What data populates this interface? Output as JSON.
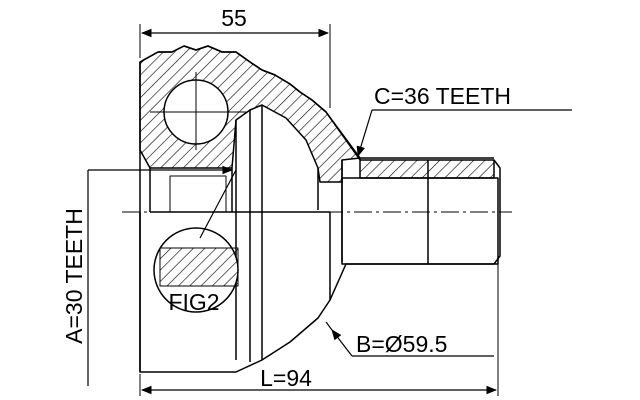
{
  "dimensions": {
    "width_label": "55",
    "spline_c_label": "C=36 TEETH",
    "spline_a_label": "A=30 TEETH",
    "diameter_b_label": "B=Ø59.5",
    "length_label": "L=94"
  },
  "callouts": {
    "figure_label": "FIG2"
  },
  "colors": {
    "line": "#000000",
    "background": "#ffffff"
  }
}
